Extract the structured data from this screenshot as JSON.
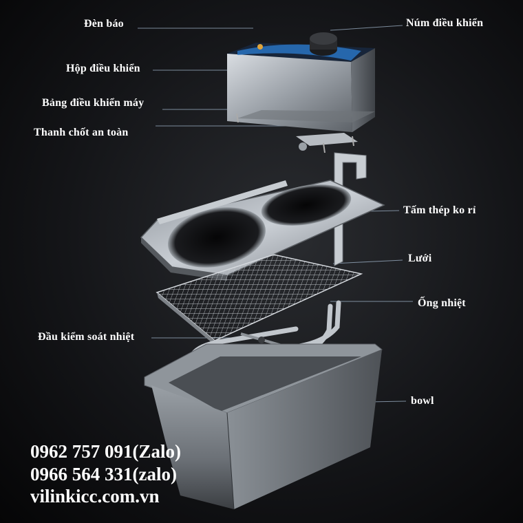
{
  "labels": {
    "den_bao": "Đèn báo",
    "num_dieu_khien": "Núm điều khiển",
    "hop_dieu_khien": "Hộp điều khiển",
    "bang_dieu_khien_may": "Bảng điều khiển máy",
    "thanh_chot_an_toan": "Thanh chốt an toàn",
    "tam_thep_ko_ri": "Tấm thép ko rỉ",
    "luoi": "Lưới",
    "ong_nhiet": "Ống nhiệt",
    "dau_kiem_soat_nhiet": "Đầu kiểm soát nhiệt",
    "bowl": "bowl"
  },
  "contact": {
    "phone1": "0962 757 091(Zalo)",
    "phone2": "0966 564 331(zalo)",
    "website": "vilinkicc.com.vn"
  },
  "colors": {
    "background": "#0b0c0e",
    "leader_line": "#9fb3c8",
    "panel_blue": "#1e3a5f",
    "steel": "#b9bec4"
  }
}
